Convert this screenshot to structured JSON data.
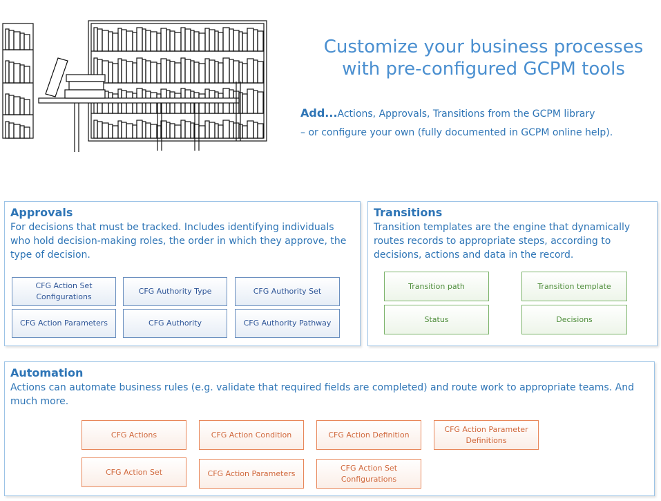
{
  "headline": {
    "line1": "Customize your business processes",
    "line2": "with pre-configured GCPM tools"
  },
  "add": {
    "keyword": "Add...",
    "text": "Actions, Approvals, Transitions from the GCPM library",
    "line2": "– or configure your own (fully documented in GCPM online help)."
  },
  "approvals": {
    "title": "Approvals",
    "description": "For decisions that must be tracked. Includes identifying individuals who hold decision-making roles, the order in which they approve, the type of decision.",
    "items": [
      "CFG Action Set Configurations",
      "CFG Authority Type",
      "CFG Authority Set",
      "CFG Action Parameters",
      "CFG Authority",
      "CFG Authority Pathway"
    ]
  },
  "transitions": {
    "title": "Transitions",
    "description": "Transition templates are the engine that dynamically routes records to appropriate steps, according to decisions, actions and data in the record.",
    "items": [
      "Transition path",
      "Transition template",
      "Status",
      "Decisions"
    ]
  },
  "automation": {
    "title": "Automation",
    "description": "Actions can automate business rules (e.g. validate that required fields are completed) and route work to appropriate teams. And much more.",
    "items": [
      "CFG Actions",
      "CFG Action Condition",
      "CFG Action Definition",
      "CFG Action Parameter Definitions",
      "CFG Action Set",
      "CFG Action Parameters",
      "CFG Action Set Configurations"
    ]
  },
  "colors": {
    "title_blue": "#2e75b6",
    "headline_blue": "#4a8fd0",
    "approvals_box": "#2e5597",
    "transitions_box": "#4e8d3b",
    "automation_box": "#d0683c"
  },
  "illustration": "library-bookshelf-icon"
}
